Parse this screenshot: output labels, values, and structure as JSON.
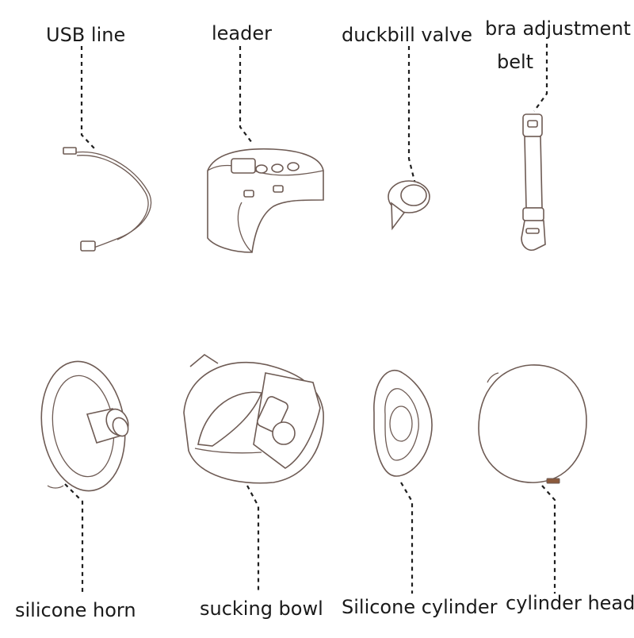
{
  "labels": {
    "usb_line": "USB line",
    "leader": "leader",
    "duckbill_valve": "duckbill valve",
    "bra_adjustment": "bra adjustment",
    "belt": "belt",
    "silicone_horn": "silicone horn",
    "sucking_bowl": "sucking bowl",
    "silicone_cylinder": "Silicone cylinder",
    "cylinder_head": "cylinder head"
  },
  "colors": {
    "outline": "#6e5b54",
    "leader_line": "#1f1f1f",
    "text": "#1a1a1a"
  }
}
